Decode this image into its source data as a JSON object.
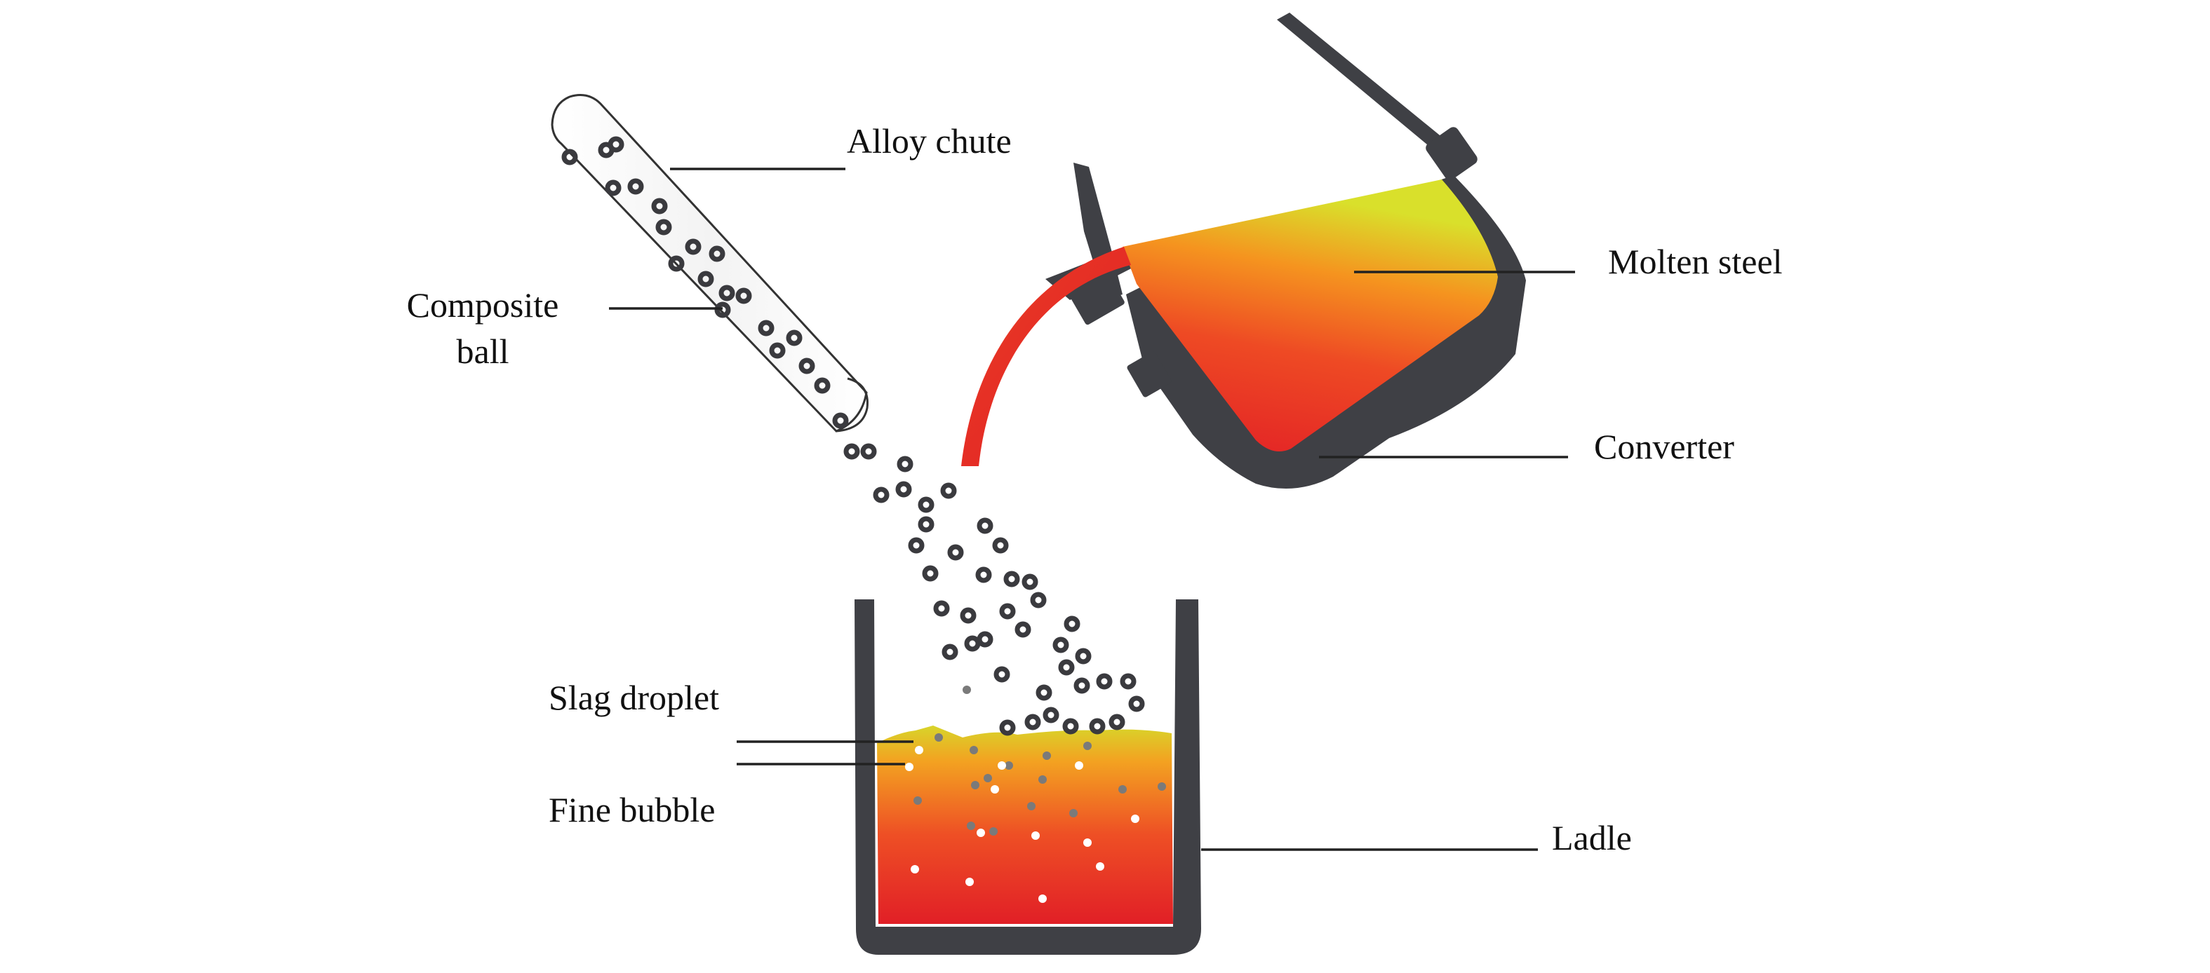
{
  "labels": {
    "alloy_chute": "Alloy chute",
    "composite_ball_line1": "Composite",
    "composite_ball_line2": "ball",
    "molten_steel": "Molten steel",
    "converter": "Converter",
    "slag_droplet": "Slag droplet",
    "fine_bubble": "Fine bubble",
    "ladle": "Ladle"
  },
  "colors": {
    "vessel": "#3f4045",
    "steel_hot": "#e21f26",
    "steel_mid": "#f07a20",
    "steel_top": "#d6df2a",
    "ball": "#3a3a3e",
    "slag_droplet": "#7a7a7a",
    "bubble": "#ffffff",
    "leader": "#222222"
  }
}
